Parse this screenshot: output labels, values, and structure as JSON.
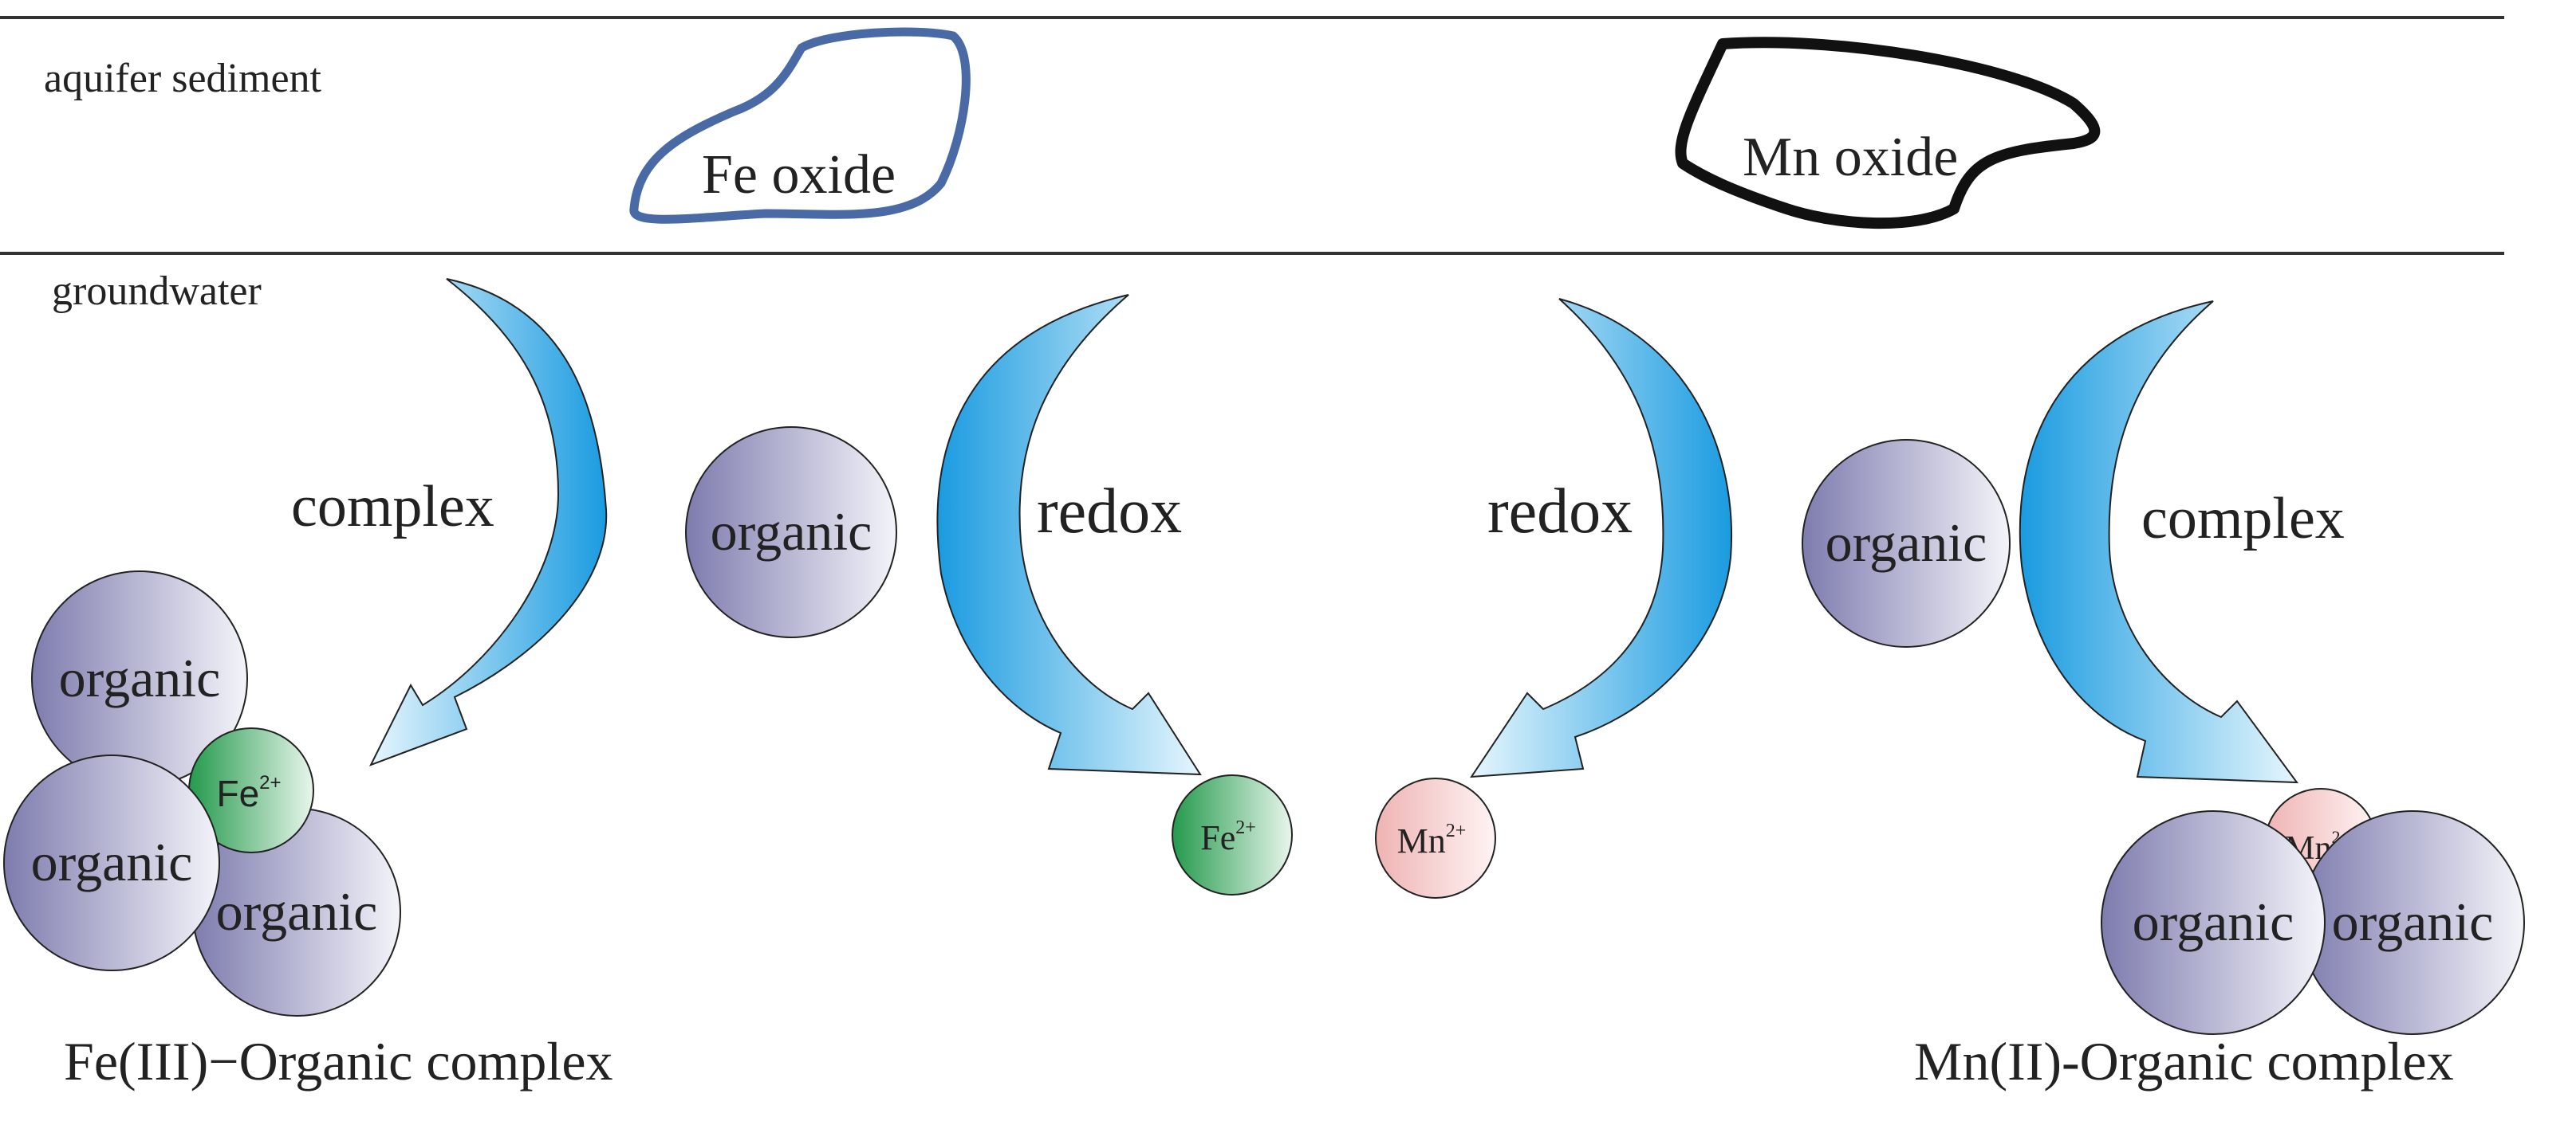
{
  "layers": {
    "sediment_label": "aquifer sediment",
    "groundwater_label": "groundwater"
  },
  "oxides": {
    "fe": "Fe oxide",
    "mn": "Mn oxide"
  },
  "processes": {
    "fe_complex": "complex",
    "fe_redox": "redox",
    "mn_redox": "redox",
    "mn_complex": "complex"
  },
  "organic_label": "organic",
  "ions": {
    "fe_symbol": "Fe",
    "fe_charge": "2+",
    "mn_symbol": "Mn",
    "mn_charge": "2+"
  },
  "complexes": {
    "fe_title": "Fe(III)−Organic complex",
    "mn_title": "Mn(II)-Organic complex"
  },
  "colors": {
    "line": "#333333",
    "fe_oxide_outline": "#4a6aa5",
    "mn_oxide_outline": "#111111",
    "arrow_dark": "#1a9be0",
    "arrow_light": "#e6f6fd",
    "organic_dark": "#7e7cae",
    "organic_light": "#f4f4fa",
    "fe_ion_dark": "#249a4c",
    "fe_ion_light": "#e8f6ec",
    "mn_ion_dark": "#efb3b3",
    "mn_ion_light": "#fff4f4"
  }
}
